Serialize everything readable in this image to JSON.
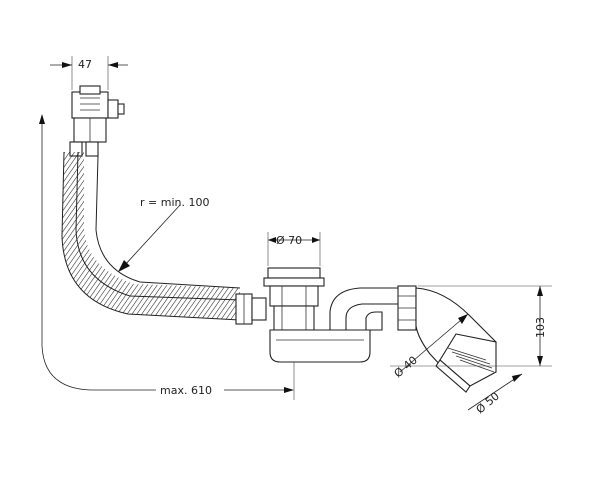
{
  "labels": {
    "width_47": "47",
    "radius": "r = min. 100",
    "diameter_70": "Ø 70",
    "height_103": "103",
    "diameter_40": "Ø 40",
    "diameter_50": "Ø 50",
    "max_length": "max. 610"
  },
  "colors": {
    "line": "#222222",
    "background": "#ffffff"
  }
}
